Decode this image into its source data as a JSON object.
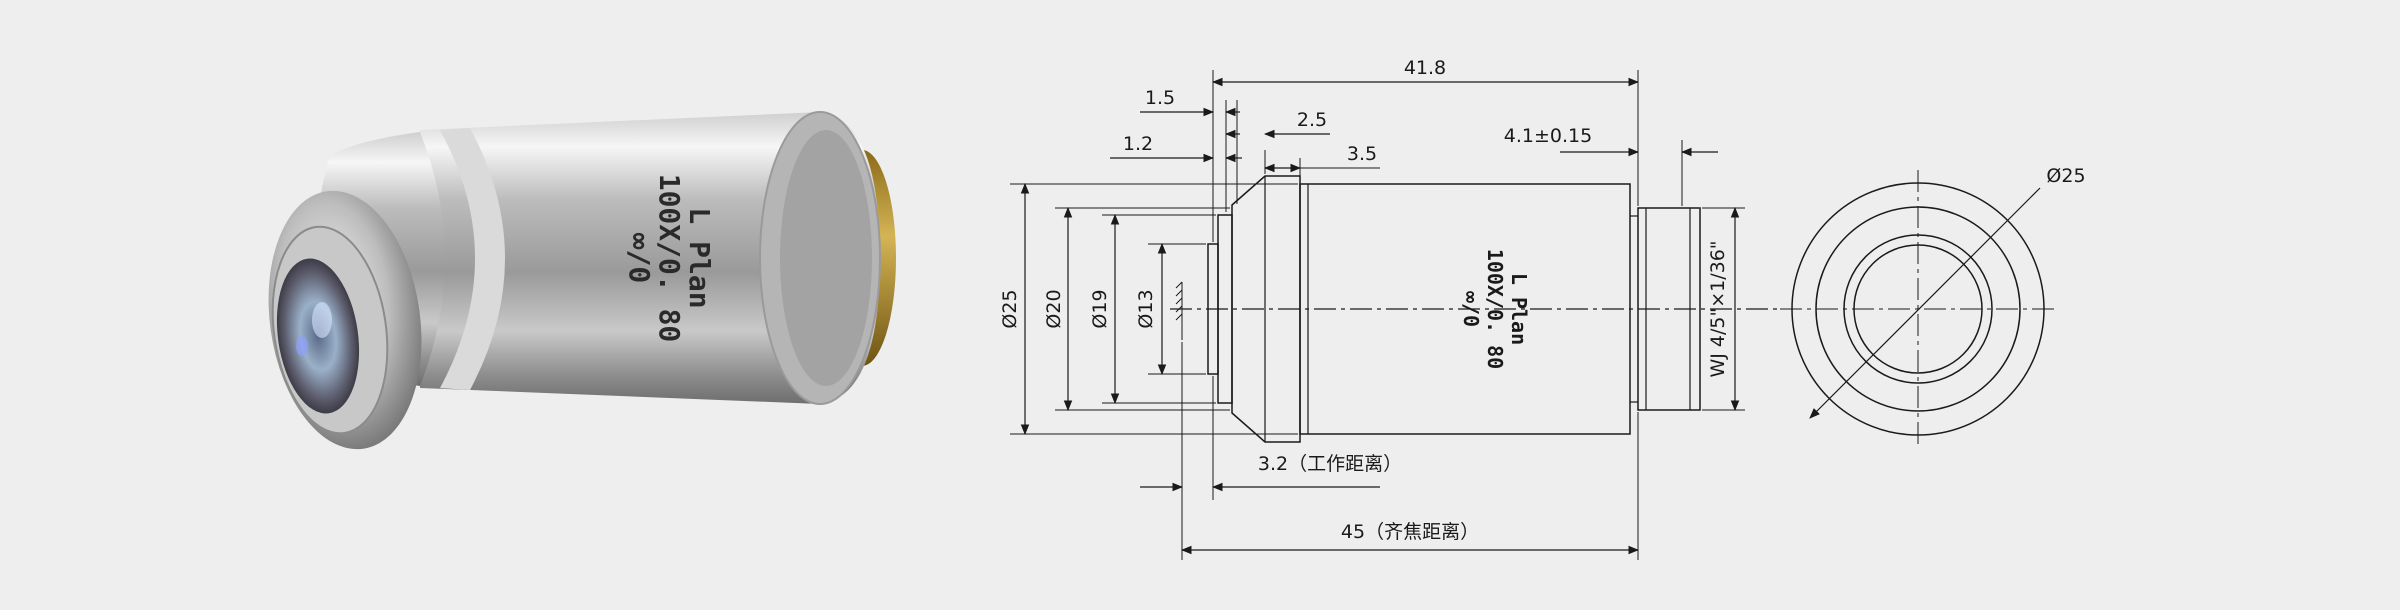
{
  "photo": {
    "engraving_line1": "L Plan",
    "engraving_line2": "100X/0. 80",
    "engraving_line3": "∞/0"
  },
  "side_view": {
    "engraving_line1": "L Plan",
    "engraving_line2": "100X/0. 80",
    "engraving_line3": "∞/0",
    "dimensions": {
      "overall_length": "41.8",
      "d_1_5": "1.5",
      "d_2_5": "2.5",
      "d_1_2": "1.2",
      "d_3_5": "3.5",
      "thread_length": "4.1±0.15",
      "dia_25": "Ø25",
      "dia_20": "Ø20",
      "dia_19": "Ø19",
      "dia_13": "Ø13",
      "thread": "WJ 4/5\"×1/36\"",
      "working_distance": "3.2（工作距离）",
      "parfocal_distance": "45（齐焦距离）"
    }
  },
  "end_view": {
    "dia_label": "Ø25"
  },
  "colors": {
    "background": "#eeeeee",
    "line": "#1a1a1a",
    "metal_light": "#f4f4f4",
    "metal_dark": "#8a8a8a",
    "brass": "#b8962e"
  }
}
